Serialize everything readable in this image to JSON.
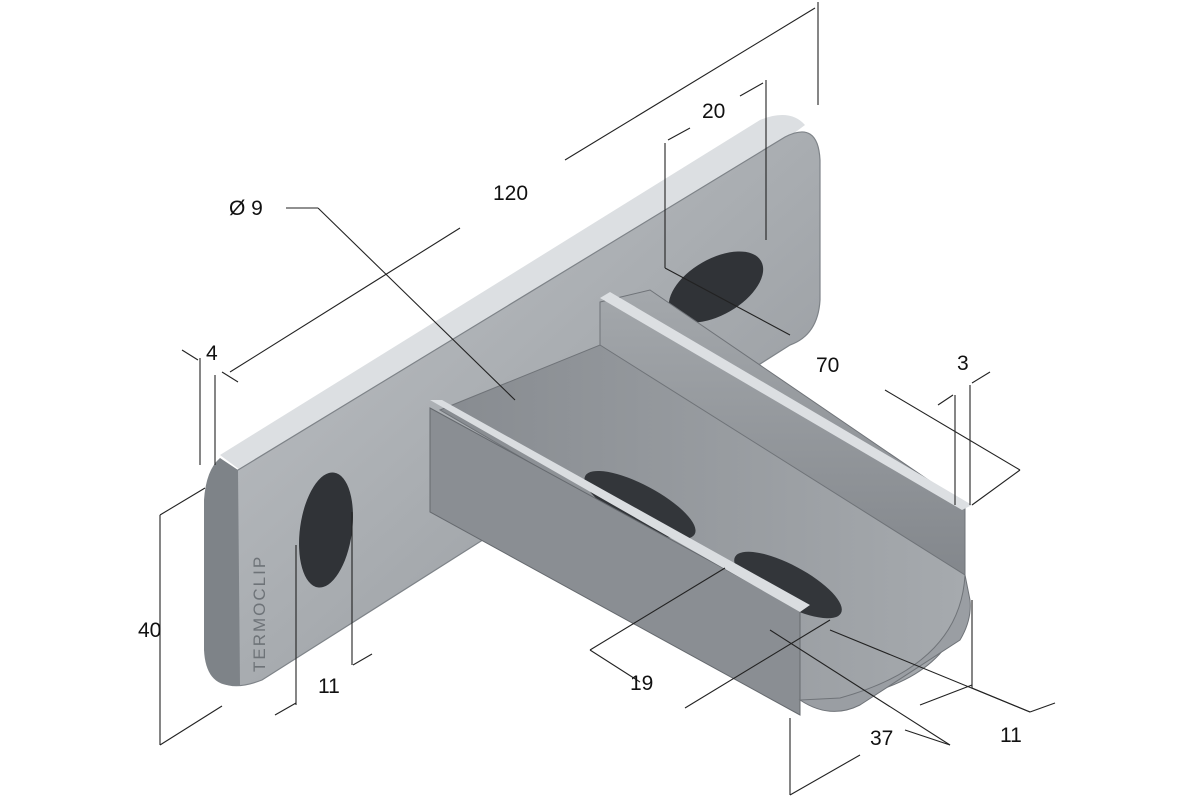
{
  "brand": {
    "text": "TERMOCLIP"
  },
  "dimensions": {
    "length_120": "120",
    "width_20": "20",
    "diameter_9": "Ø 9",
    "thickness_4": "4",
    "depth_70": "70",
    "thickness_3": "3",
    "height_40": "40",
    "slot_11": "11",
    "slot_19": "19",
    "width_37": "37",
    "edge_11": "11"
  },
  "colors": {
    "plate_face": "#a9adb1",
    "plate_edge": "#7e8388",
    "plate_highlight": "#d6d9dc",
    "channel_face": "#9ea2a7",
    "channel_inner": "#8c9095",
    "hole": "#2f3236"
  }
}
